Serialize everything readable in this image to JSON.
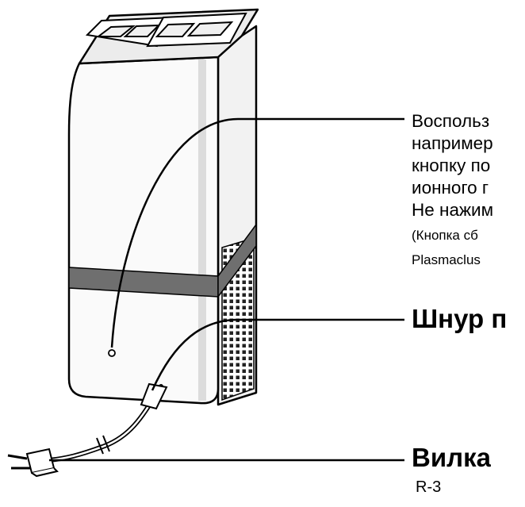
{
  "callouts": {
    "reset_button": {
      "lines": [
        "Воспольз",
        "например",
        "кнопку по",
        "ионного г",
        "Не нажим"
      ],
      "note_lines": [
        "(Кнопка сб",
        "Plasmaclus"
      ]
    },
    "cord": "Шнур п",
    "plug": "Вилка"
  },
  "page_number": "R-3"
}
